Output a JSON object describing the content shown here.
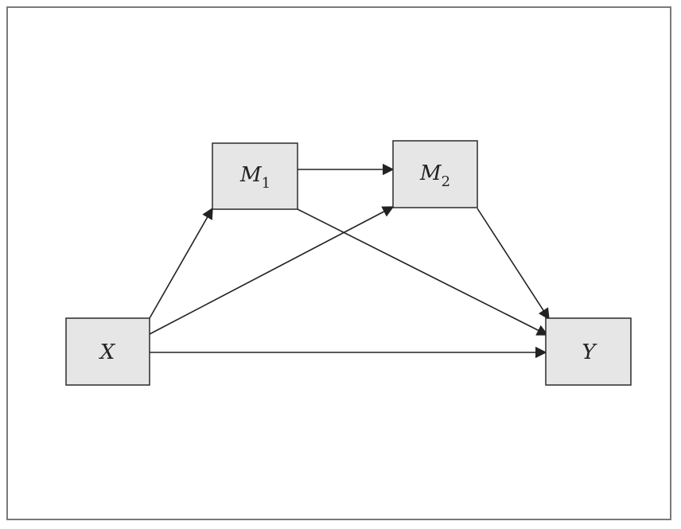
{
  "diagram": {
    "nodes": [
      {
        "id": "X",
        "label": "X",
        "sub": ""
      },
      {
        "id": "M1",
        "label": "M",
        "sub": "1"
      },
      {
        "id": "M2",
        "label": "M",
        "sub": "2"
      },
      {
        "id": "Y",
        "label": "Y",
        "sub": ""
      }
    ],
    "edges": [
      {
        "from": "X",
        "to": "M1"
      },
      {
        "from": "X",
        "to": "M2"
      },
      {
        "from": "X",
        "to": "Y"
      },
      {
        "from": "M1",
        "to": "M2"
      },
      {
        "from": "M1",
        "to": "Y"
      },
      {
        "from": "M2",
        "to": "Y"
      }
    ],
    "colors": {
      "node_fill": "#e6e6e6",
      "stroke": "#222222",
      "frame": "#7a7a7a"
    }
  }
}
